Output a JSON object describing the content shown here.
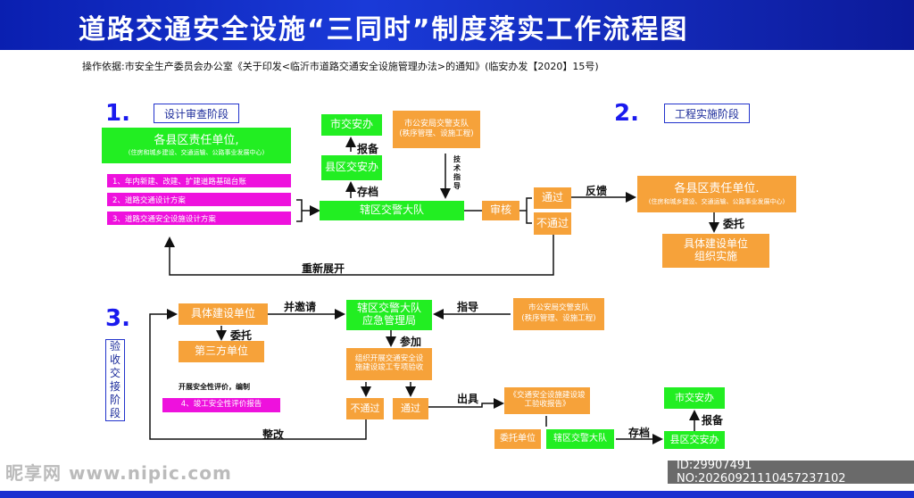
{
  "title": "道路交通安全设施“三同时”制度落实工作流程图",
  "basis": "操作依据:市安全生产委员会办公室《关于印发<临沂市道路交通安全设施管理办法>的通知》(临安办发【2020】15号)",
  "stage1": {
    "num": "1.",
    "label": "设计审查阶段",
    "county_unit": "各县区责任单位,",
    "county_unit_sub": "(住房和城乡建设、交通运输、公路事业发展中心)",
    "items": [
      "1、年内新建、改建、扩建道路基础台账",
      "2、道路交通设计方案",
      "3、道路交通安全设施设计方案"
    ],
    "city_traffic": "市交安办",
    "report": "报备",
    "county_traffic": "县区交安办",
    "archive": "存档",
    "police_team": "辖区交警大队",
    "city_police": "市公安局交警支队",
    "city_police_sub": "(秩序管理、设施工程)",
    "tech_guide": "技术指导",
    "review": "审核",
    "pass": "通过",
    "fail": "不通过",
    "restart": "重新展开",
    "feedback": "反馈"
  },
  "stage2": {
    "num": "2.",
    "label": "工程实施阶段",
    "county_unit": "各县区责任单位.",
    "county_unit_sub": "(住房和城乡建设、交通运输、公路事业发展中心)",
    "entrust": "委托",
    "builder": "具体建设单位",
    "builder2": "组织实施"
  },
  "stage3": {
    "num": "3.",
    "label": "验收交接阶段",
    "builder": "具体建设单位",
    "invite": "并邀请",
    "police_team": "辖区交警大队",
    "emergency": "应急管理局",
    "guide": "指导",
    "city_police": "市公安局交警支队",
    "city_police_sub": "(秩序管理、设施工程)",
    "entrust": "委托",
    "third_party": "第三方单位",
    "participate": "参加",
    "acceptance": "组织开展交通安全设施建设竣工专项验收",
    "safety_eval_note": "开展安全性评价，编制",
    "item4": "4、竣工安全性评价报告",
    "fail": "不通过",
    "pass": "通过",
    "rectify": "整改",
    "issue": "出具",
    "report_doc": "《交通安全设施建设竣工验收报告》",
    "entrusting_unit": "委托单位",
    "police_team2": "辖区交警大队",
    "archive": "存档",
    "city_traffic": "市交安办",
    "report": "报备",
    "county_traffic": "县区交安办"
  },
  "watermark": "昵享网 www.nipic.com",
  "image_id": "ID:29907491 NO:20260921110457237102",
  "colors": {
    "green": "#22ee22",
    "orange": "#f6a23a",
    "magenta": "#ee11dd",
    "blue": "#1a1aee",
    "header": "#0a1fb0"
  }
}
